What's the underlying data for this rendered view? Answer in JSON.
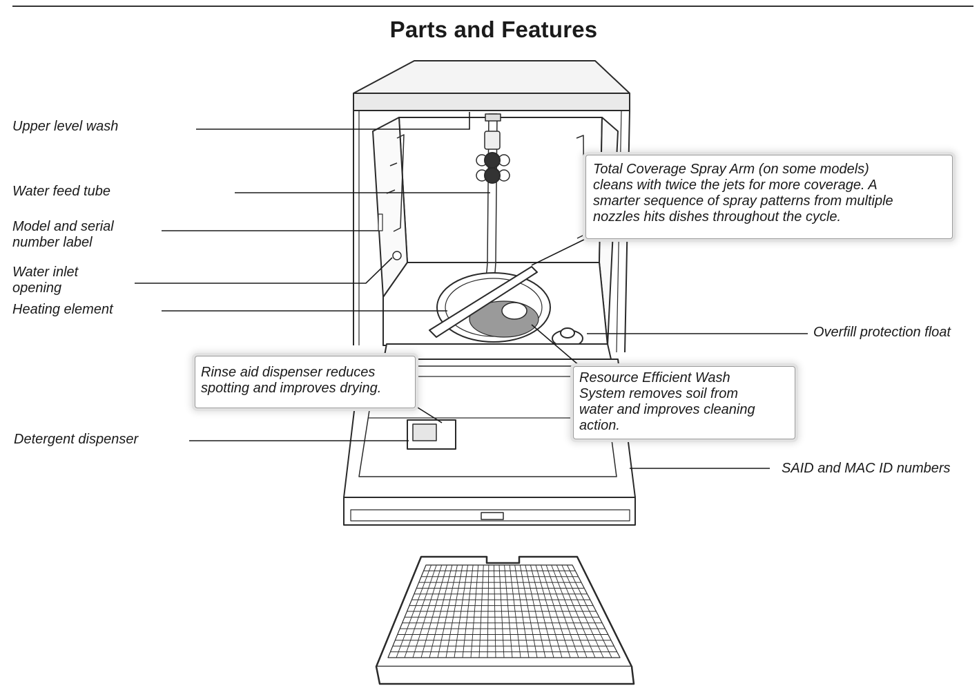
{
  "title": "Parts and Features",
  "labels": {
    "upper_level_wash": "Upper level wash",
    "water_feed_tube": "Water feed tube",
    "model_serial_label_line1": "Model and serial",
    "model_serial_label_line2": "number label",
    "water_inlet_line1": "Water inlet",
    "water_inlet_line2": "opening",
    "heating_element": "Heating element",
    "detergent_dispenser": "Detergent dispenser",
    "overfill_protection_float": "Overfill protection float",
    "said_mac_id": "SAID and MAC ID numbers"
  },
  "callouts": {
    "spray_arm": [
      "Total Coverage Spray Arm (on some models)",
      "cleans with twice the jets for more coverage. A",
      "smarter sequence of spray patterns from multiple",
      "nozzles hits dishes throughout the cycle."
    ],
    "rinse_aid": [
      "Rinse aid dispenser reduces",
      "spotting and improves drying."
    ],
    "wash_system": [
      "Resource Efficient Wash",
      "System removes soil from",
      "water and improves cleaning",
      "action."
    ]
  }
}
